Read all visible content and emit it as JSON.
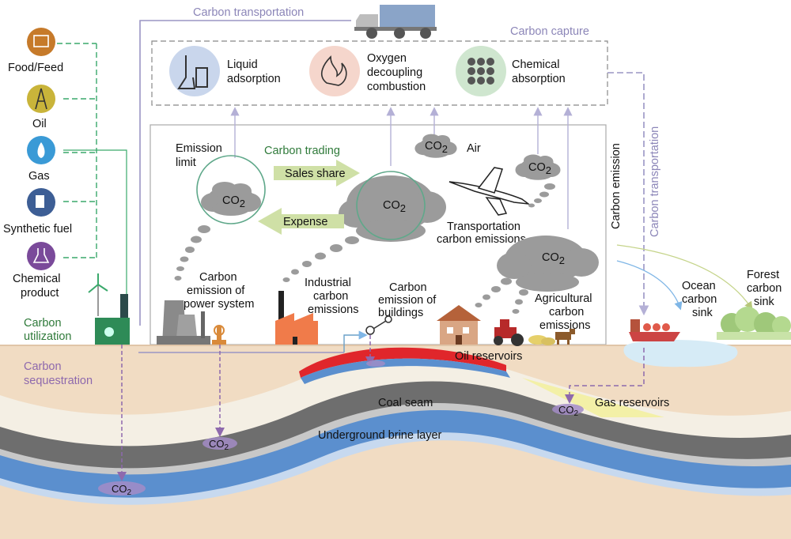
{
  "resources": [
    {
      "label": "Food/Feed",
      "icon": "food-icon"
    },
    {
      "label": "Oil",
      "icon": "oil-derrick-icon"
    },
    {
      "label": "Gas",
      "icon": "gas-flame-icon"
    },
    {
      "label": "Synthetic fuel",
      "icon": "fuel-pump-icon"
    },
    {
      "label": "Chemical product",
      "line1": "Chemical",
      "line2": "product",
      "icon": "chemical-icon"
    }
  ],
  "carbon_utilization": {
    "line1": "Carbon",
    "line2": "utilization"
  },
  "carbon_sequestration": {
    "line1": "Carbon",
    "line2": "sequestration"
  },
  "carbon_transportation_top": "Carbon transportation",
  "carbon_transportation_right": "Carbon transportation",
  "carbon_emission_vertical": "Carbon emission",
  "carbon_capture": {
    "title": "Carbon capture",
    "methods": [
      {
        "line1": "Liquid",
        "line2": "adsorption",
        "icon": "beaker-icon",
        "color": "#c9d6ec"
      },
      {
        "line1": "Oxygen",
        "line2": "decoupling",
        "line3": "combustion",
        "icon": "flame-icon",
        "color": "#f5d6cc"
      },
      {
        "line1": "Chemical",
        "line2": "absorption",
        "icon": "molecule-icon",
        "color": "#cfe6cf"
      }
    ]
  },
  "emission_limit": {
    "line1": "Emission",
    "line2": "limit"
  },
  "carbon_trading": {
    "title": "Carbon trading",
    "sales_share": "Sales share",
    "expense": "Expense"
  },
  "co2": {
    "text": "CO",
    "sub": "2"
  },
  "air": "Air",
  "transportation_emissions": {
    "line1": "Transportation",
    "line2": "carbon emissions"
  },
  "power_system": {
    "line1": "Carbon",
    "line2": "emission of",
    "line3": "power system"
  },
  "industrial": {
    "line1": "Industrial",
    "line2": "carbon",
    "line3": "emissions"
  },
  "buildings": {
    "line1": "Carbon",
    "line2": "emission of",
    "line3": "buildings"
  },
  "agricultural": {
    "line1": "Agricultural",
    "line2": "carbon",
    "line3": "emissions"
  },
  "ocean_sink": {
    "line1": "Ocean",
    "line2": "carbon",
    "line3": "sink"
  },
  "forest_sink": {
    "line1": "Forest",
    "line2": "carbon",
    "line3": "sink"
  },
  "oil_reservoirs": "Oil reservoirs",
  "coal_seam": "Coal seam",
  "brine_layer": "Underground brine layer",
  "gas_reservoirs": "Gas reservoirs",
  "colors": {
    "green_text": "#2f7a3a",
    "purple_text": "#8e69ad",
    "lavender_line": "#9a95c4",
    "green_dash": "#3aa96b",
    "cloud_gray": "#9b9b9b",
    "ground": "#f1dcc3",
    "brine_blue": "#5b8fce",
    "coal_gray": "#6e6e6e"
  }
}
